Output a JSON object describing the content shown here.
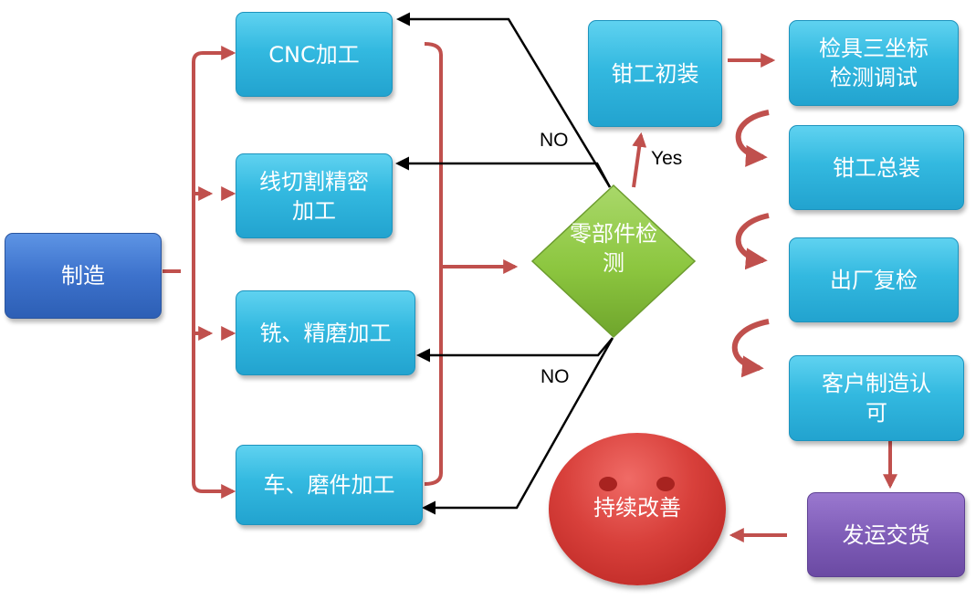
{
  "nodes": {
    "manufacture": "制造",
    "cnc": "CNC加工",
    "wire_cut": "线切割精密加工",
    "milling": "铣、精磨加工",
    "turning": "车、磨件加工",
    "inspection": "零部件检测",
    "fitter_initial": "钳工初装",
    "fixture_cmm": "检具三坐标检测调试",
    "fitter_final": "钳工总装",
    "factory_recheck": "出厂复检",
    "customer_approval": "客户制造认可",
    "delivery": "发运交货",
    "improvement": "持续改善"
  },
  "edge_labels": {
    "no_top": "NO",
    "yes": "Yes",
    "no_bottom": "NO"
  },
  "colors": {
    "box_cyan": "#33b9e0",
    "box_blue": "#3d72cc",
    "box_purple": "#7d5bb6",
    "diamond_green": "#8cc63f",
    "arrow_red": "#c0504d",
    "circle_red": "#d8403b"
  }
}
